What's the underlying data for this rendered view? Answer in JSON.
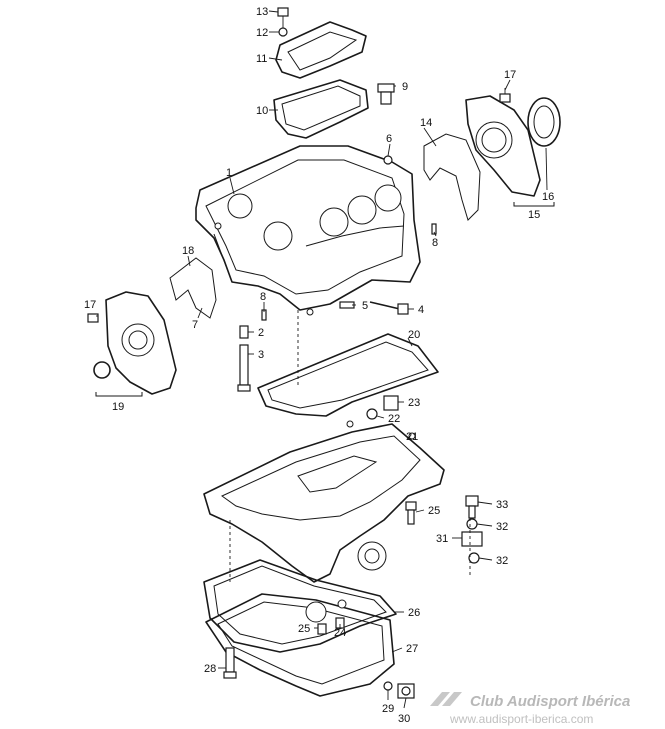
{
  "diagram": {
    "callouts": [
      "13",
      "12",
      "11",
      "10",
      "9",
      "17",
      "14",
      "6",
      "1",
      "16",
      "15",
      "8",
      "18",
      "7",
      "8",
      "5",
      "4",
      "2",
      "3",
      "17",
      "19",
      "20",
      "23",
      "22",
      "21",
      "25",
      "33",
      "32",
      "31",
      "32",
      "26",
      "25",
      "24",
      "27",
      "28",
      "29",
      "30"
    ]
  },
  "watermark": {
    "title": "Club Audisport Ibérica",
    "url": "www.audisport-iberica.com"
  }
}
